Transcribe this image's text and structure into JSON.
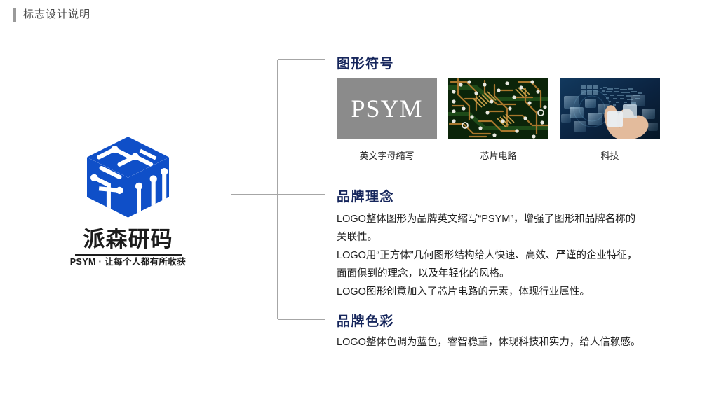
{
  "header": {
    "title": "标志设计说明",
    "accent_color": "#9a9a9a"
  },
  "logo": {
    "mark_name": "psym-cube-logo",
    "brand_color": "#0f4fc8",
    "name_cn": "派森研码",
    "tagline": "PSYM · 让每个人都有所收获"
  },
  "connector": {
    "color": "#a6a6a6"
  },
  "sections": {
    "graphic_symbol": {
      "title": "图形符号",
      "title_color": "#16265c",
      "items": [
        {
          "caption": "英文字母缩写",
          "image": "psym-lettermark-swatch",
          "text": "PSYM",
          "bg": "#8b8b8b"
        },
        {
          "caption": "芯片电路",
          "image": "circuit-board-photo",
          "bg": "#0d2410"
        },
        {
          "caption": "科技",
          "image": "technology-hand-interface-photo",
          "bg": "#0e2740"
        }
      ]
    },
    "brand_concept": {
      "title": "品牌理念",
      "lines": [
        "LOGO整体图形为品牌英文缩写“PSYM”，增强了图形和品牌名称的",
        "关联性。",
        "LOGO用“正方体”几何图形结构给人快速、高效、严谨的企业特征，",
        "面面俱到的理念，以及年轻化的风格。",
        "LOGO图形创意加入了芯片电路的元素，体现行业属性。"
      ]
    },
    "brand_color": {
      "title": "品牌色彩",
      "lines": [
        "LOGO整体色调为蓝色，睿智稳重，体现科技和实力，给人信赖感。"
      ]
    }
  }
}
